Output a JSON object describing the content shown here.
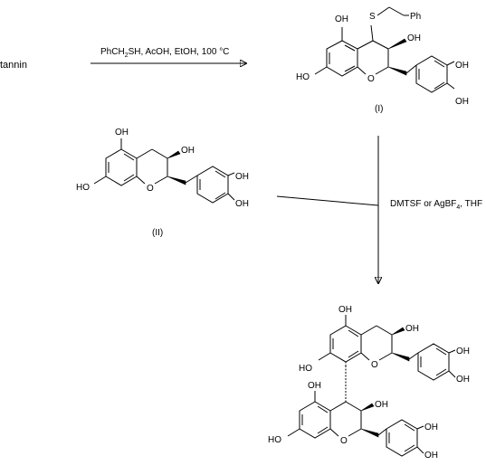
{
  "reactant": "tannin",
  "step1": {
    "reagents_a": "PhCH",
    "reagents_sub": "2",
    "reagents_b": "SH, AcOH, EtOH, 100 ",
    "temp_unit": "°C"
  },
  "step2": {
    "reagents_a": "DMTSF or AgBF",
    "reagents_sub": "4",
    "reagents_b": ", THF"
  },
  "compound_I": {
    "label": "(I)",
    "thio_substituent": "Ph",
    "sulfur": "S"
  },
  "compound_II": {
    "label": "(II)"
  },
  "groups": {
    "hydroxyl": "OH",
    "hydroxyl_left": "HO",
    "ring_oxygen": "O"
  }
}
